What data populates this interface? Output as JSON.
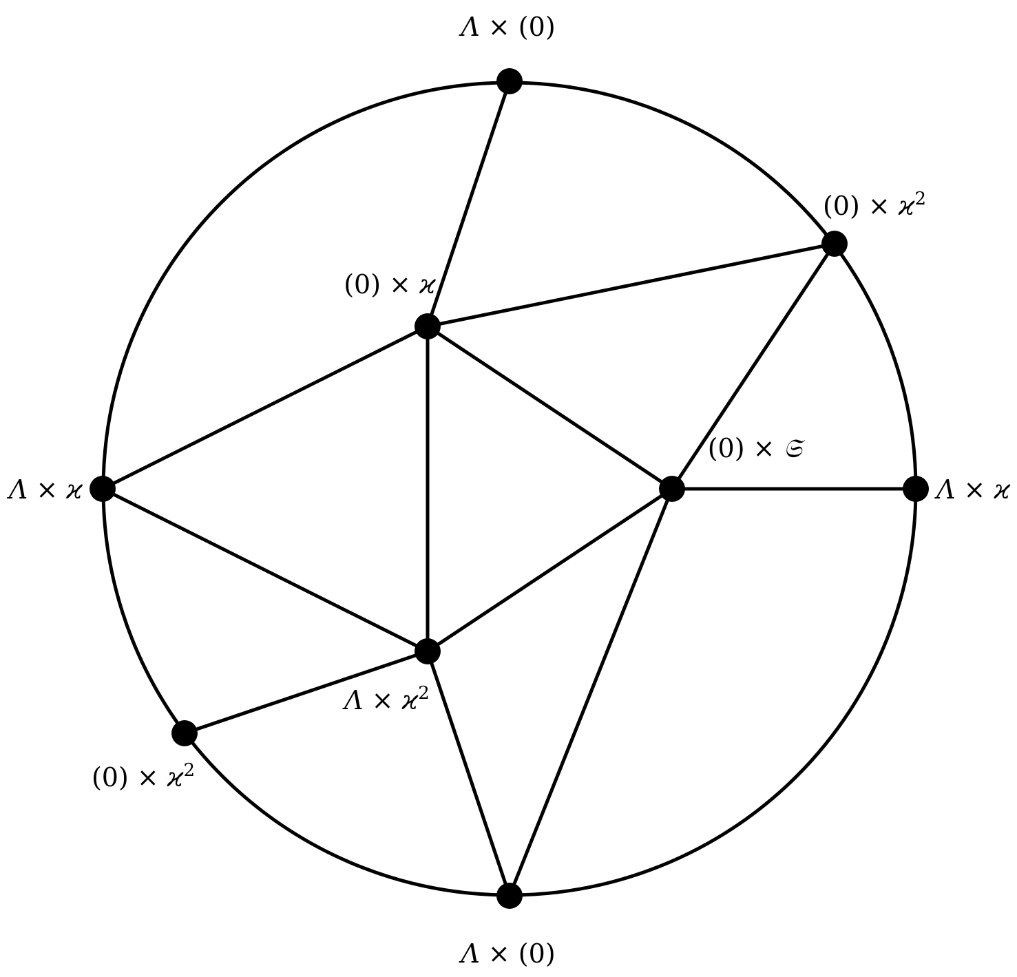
{
  "colors": {
    "stroke": "#000000",
    "node": "#000000",
    "background": "#ffffff"
  },
  "nodes": [
    {
      "id": "top",
      "label": {
        "lead": "",
        "sym": "Λ",
        "mid": " × (0)",
        "tail": "",
        "sup": ""
      }
    },
    {
      "id": "upper-right",
      "label": {
        "lead": "(0) × ",
        "sym": "",
        "mid": "",
        "tail": "ϰ",
        "sup": "2"
      }
    },
    {
      "id": "right",
      "label": {
        "lead": "",
        "sym": "Λ",
        "mid": " × ",
        "tail": "ϰ",
        "sup": ""
      }
    },
    {
      "id": "bottom",
      "label": {
        "lead": "",
        "sym": "Λ",
        "mid": " × (0)",
        "tail": "",
        "sup": ""
      }
    },
    {
      "id": "lower-left",
      "label": {
        "lead": "(0) × ",
        "sym": "",
        "mid": "",
        "tail": "ϰ",
        "sup": "2"
      }
    },
    {
      "id": "left",
      "label": {
        "lead": "",
        "sym": "Λ",
        "mid": " × ",
        "tail": "ϰ",
        "sup": ""
      }
    },
    {
      "id": "inner-top",
      "label": {
        "lead": "(0) × ",
        "sym": "",
        "mid": "",
        "tail": "ϰ",
        "sup": ""
      }
    },
    {
      "id": "inner-right",
      "label": {
        "lead": "(0) × ",
        "sym": "",
        "mid": "",
        "tail": "𝔖",
        "sup": ""
      }
    },
    {
      "id": "inner-bottom",
      "label": {
        "lead": "",
        "sym": "Λ",
        "mid": " × ",
        "tail": "ϰ",
        "sup": "2"
      }
    }
  ],
  "edges": [
    [
      "top",
      "inner-top"
    ],
    [
      "inner-top",
      "upper-right"
    ],
    [
      "inner-top",
      "left"
    ],
    [
      "inner-top",
      "inner-bottom"
    ],
    [
      "inner-top",
      "inner-right"
    ],
    [
      "upper-right",
      "inner-right"
    ],
    [
      "inner-right",
      "right"
    ],
    [
      "inner-right",
      "inner-bottom"
    ],
    [
      "inner-right",
      "bottom"
    ],
    [
      "left",
      "inner-bottom"
    ],
    [
      "inner-bottom",
      "lower-left"
    ],
    [
      "inner-bottom",
      "bottom"
    ]
  ]
}
